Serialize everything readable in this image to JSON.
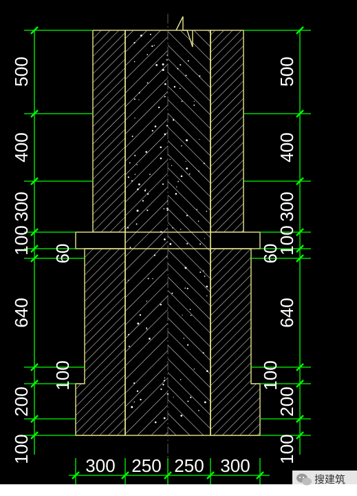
{
  "drawing": {
    "background": "#000000",
    "outline_color": "#e6e68c",
    "dim_color": "#00ff00",
    "text_color": "#ffffff",
    "left_dims": [
      "500",
      "400",
      "300",
      "100",
      "60",
      "640",
      "100",
      "200",
      "100"
    ],
    "right_dims": [
      "500",
      "400",
      "300",
      "100",
      "60",
      "640",
      "100",
      "200",
      "100"
    ],
    "bottom_dims": [
      "300",
      "250",
      "250",
      "300"
    ]
  },
  "watermark": {
    "text": "搜建筑",
    "icon": "wechat-icon"
  }
}
